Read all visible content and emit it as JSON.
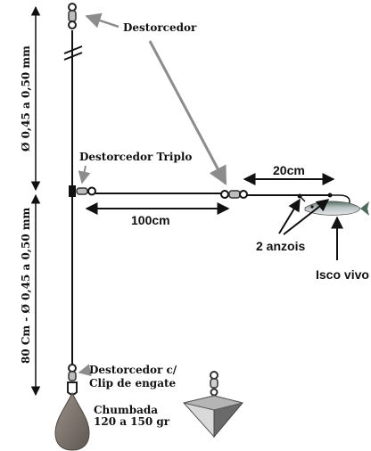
{
  "labels": {
    "swivel_top": "Destorcedor",
    "swivel_triple": "Destorcedor Triplo",
    "length_20": "20cm",
    "length_100": "100cm",
    "hooks": "2 anzois",
    "live_bait": "Isco vivo",
    "diameter_upper": "Ø 0,45 a 0,50 mm",
    "diameter_lower": "80 Cm - Ø 0,45 a 0,50 mm",
    "clip_swivel_line1": "Destorcedor c/",
    "clip_swivel_line2": "Clip de engate",
    "sinker_line1": "Chumbada",
    "sinker_line2": "120 a 150 gr"
  },
  "colors": {
    "line": "#111111",
    "arrow_gray": "#8c8c8c",
    "sinker": "#7a7169",
    "pyramid_light": "#cfcfcf",
    "pyramid_dark": "#6a6a6a",
    "fish_body": "#b8c0c2",
    "fish_back": "#4f6b5d"
  }
}
